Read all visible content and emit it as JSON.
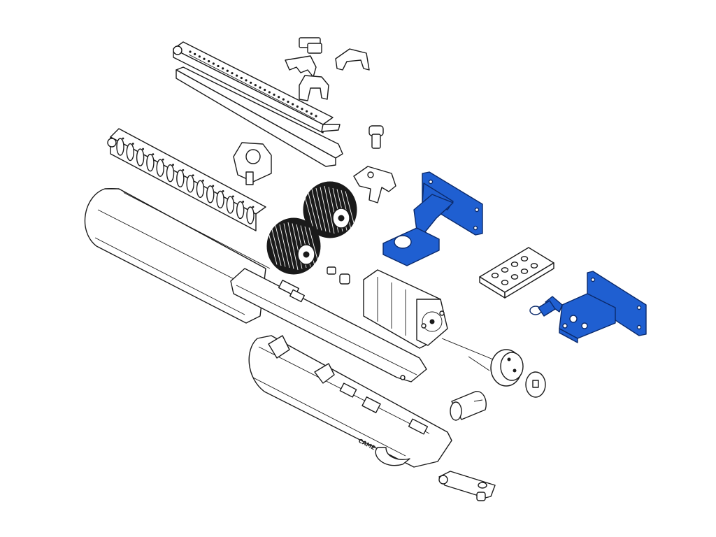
{
  "diagram": {
    "highlight_color": "#1f5fd1",
    "line_color": "#1a1a1a",
    "background": "#ffffff",
    "brand_mark": "CAME",
    "highlighted_parts": [
      "bracket-left",
      "bracket-right"
    ],
    "remote_buttons": 8
  }
}
